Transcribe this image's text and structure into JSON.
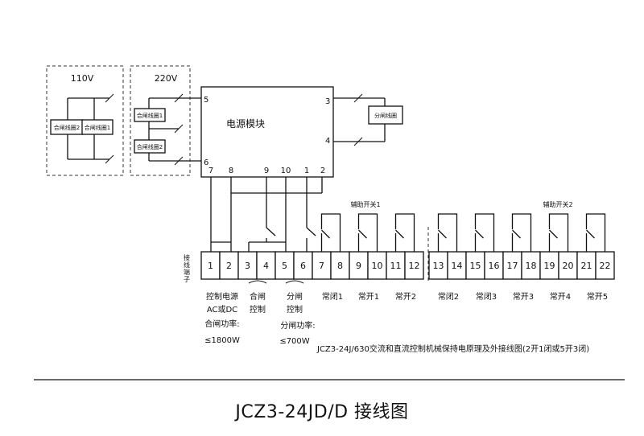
{
  "groups": {
    "v110": "110V",
    "v220": "220V"
  },
  "coils": {
    "coil_110_left": "合闸线圈2",
    "coil_110_right": "合闸线圈1",
    "coil_220_top": "合闸线圈1",
    "coil_220_bottom": "合闸线圈2",
    "trip_coil": "分闸线圈"
  },
  "power_module": {
    "label": "电源模块",
    "pins": {
      "p5": "5",
      "p6": "6",
      "p3": "3",
      "p4": "4",
      "p7": "7",
      "p8": "8",
      "p9": "9",
      "p10": "10",
      "p1": "1",
      "p2": "2"
    }
  },
  "aux_switch_1": "辅助开关1",
  "aux_switch_2": "辅助开关2",
  "terminal_label": "接线端子",
  "terminals": [
    "1",
    "2",
    "3",
    "4",
    "5",
    "6",
    "7",
    "8",
    "9",
    "10",
    "11",
    "12",
    "13",
    "14",
    "15",
    "16",
    "17",
    "18",
    "19",
    "20",
    "21",
    "22"
  ],
  "descriptions": {
    "ctrl_power_1": "控制电源",
    "ctrl_power_2": "AC或DC",
    "ctrl_power_3": "合闸功率:",
    "ctrl_power_4": "≤1800W",
    "close_ctrl_1": "合闸",
    "close_ctrl_2": "控制",
    "trip_ctrl_1": "分闸",
    "trip_ctrl_2": "控制",
    "trip_ctrl_3": "分闸功率:",
    "trip_ctrl_4": "≤700W",
    "nc1": "常闭1",
    "no1": "常开1",
    "no2": "常开2",
    "nc2": "常闭2",
    "nc3": "常闭3",
    "no3": "常开3",
    "no4": "常开4",
    "no5": "常开5"
  },
  "caption": "JCZ3-24J/630交流和直流控制机械保持电原理及外接线图(2开1闭或5开3闭)",
  "title": "JCZ3-24JD/D 接线图"
}
